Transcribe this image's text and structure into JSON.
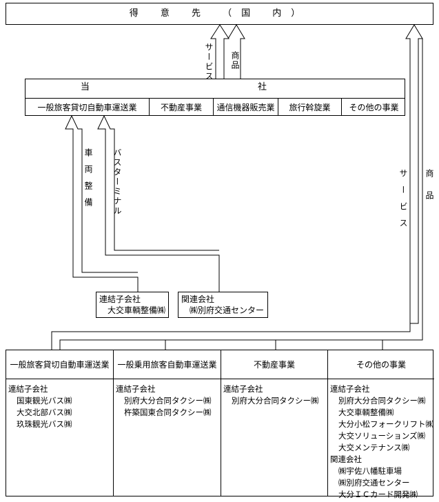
{
  "customer": {
    "title": "得 意 先 （国 内）"
  },
  "company": {
    "title": "当 社",
    "segments": [
      "一般旅客貸切自動車運送業",
      "不動産事業",
      "通信機器販売業",
      "旅行斡旋業",
      "その他の事業"
    ]
  },
  "flows": {
    "service": "サービス",
    "goods": "商品",
    "vehicle_maintenance": "車両整備",
    "bus_terminal": "バスターミナル"
  },
  "sub_boxes": {
    "left": {
      "label": "連結子会社",
      "name": "大交車輌整備㈱"
    },
    "right": {
      "label": "関連会社",
      "name": "㈱別府交通センター"
    }
  },
  "segments_bottom": [
    {
      "header": "一般旅客貸切自動車運送業",
      "groups": [
        {
          "label": "連結子会社",
          "items": [
            "国東観光バス㈱",
            "大交北部バス㈱",
            "玖珠観光バス㈱"
          ]
        }
      ]
    },
    {
      "header": "一般乗用旅客自動車運送業",
      "groups": [
        {
          "label": "連結子会社",
          "items": [
            "別府大分合同タクシー㈱",
            "杵築国東合同タクシー㈱"
          ]
        }
      ]
    },
    {
      "header": "不動産事業",
      "groups": [
        {
          "label": "連結子会社",
          "items": [
            "別府大分合同タクシー㈱"
          ]
        }
      ]
    },
    {
      "header": "その他の事業",
      "groups": [
        {
          "label": "連結子会社",
          "items": [
            "別府大分合同タクシー㈱",
            "大交車輌整備㈱",
            "大分小松フォークリフト㈱",
            "大交ソリューションズ㈱",
            "大交メンテナンス㈱"
          ]
        },
        {
          "label": "関連会社",
          "items": [
            "㈱宇佐八幡駐車場",
            "㈱別府交通センター",
            "大分ＩＣカード開発㈱"
          ]
        }
      ]
    }
  ]
}
